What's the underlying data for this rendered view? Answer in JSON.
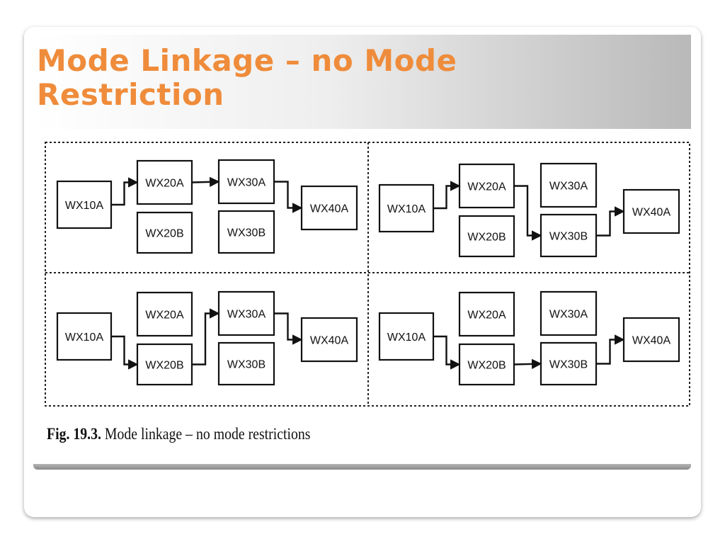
{
  "slide": {
    "title": "Mode Linkage – no Mode Restriction",
    "caption_label": "Fig. 19.3.",
    "caption_text": "Mode linkage – no mode restrictions"
  },
  "diagram": {
    "quadrants": [
      {
        "name": "top-left",
        "modes": [
          "WX10A",
          "WX20A",
          "WX20B",
          "WX30A",
          "WX30B",
          "WX40A"
        ],
        "path": [
          "WX10A",
          "WX20A",
          "WX30A",
          "WX40A"
        ]
      },
      {
        "name": "top-right",
        "modes": [
          "WX10A",
          "WX20A",
          "WX20B",
          "WX30A",
          "WX30B",
          "WX40A"
        ],
        "path": [
          "WX10A",
          "WX20A",
          "WX30B",
          "WX40A"
        ]
      },
      {
        "name": "bottom-left",
        "modes": [
          "WX10A",
          "WX20A",
          "WX20B",
          "WX30A",
          "WX30B",
          "WX40A"
        ],
        "path": [
          "WX10A",
          "WX20B",
          "WX30A",
          "WX40A"
        ]
      },
      {
        "name": "bottom-right",
        "modes": [
          "WX10A",
          "WX20A",
          "WX20B",
          "WX30A",
          "WX30B",
          "WX40A"
        ],
        "path": [
          "WX10A",
          "WX20B",
          "WX30B",
          "WX40A"
        ]
      }
    ]
  }
}
